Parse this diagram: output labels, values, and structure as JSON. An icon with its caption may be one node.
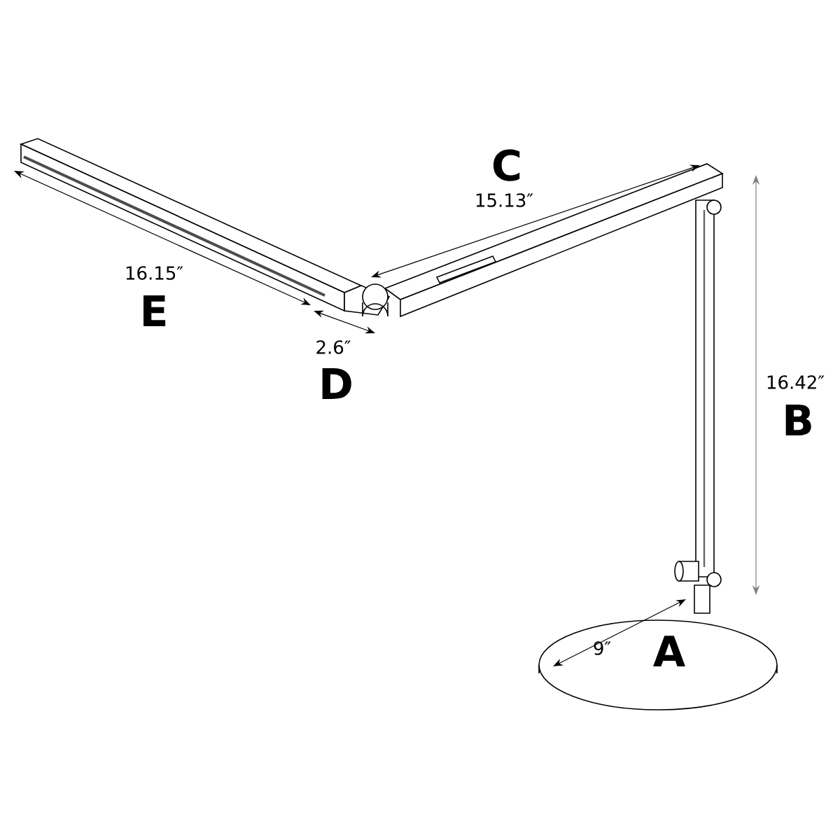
{
  "diagram": {
    "labels": [
      "C",
      "15.13″",
      "16.15″",
      "E",
      "2.6″",
      "D",
      "16.42″",
      "B",
      "9″",
      "A"
    ]
  }
}
